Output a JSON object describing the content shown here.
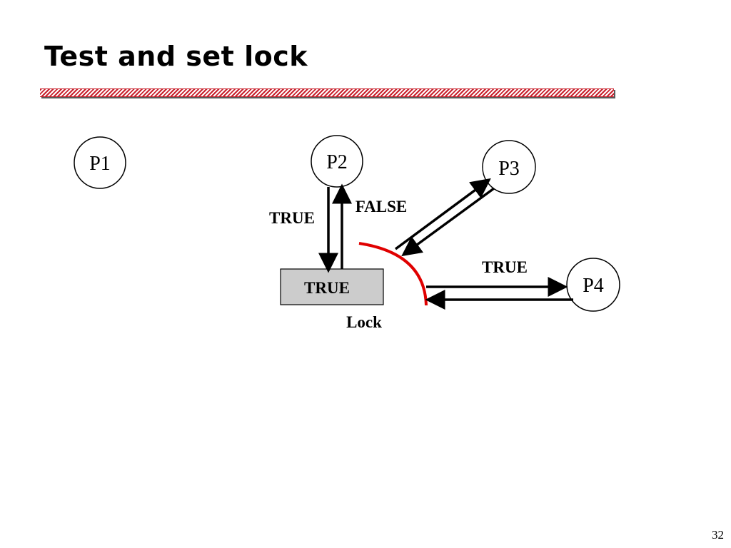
{
  "slide": {
    "title": "Test and set lock",
    "page_number": "32"
  },
  "diagram": {
    "processes": [
      {
        "id": "p1",
        "label": "P1"
      },
      {
        "id": "p2",
        "label": "P2"
      },
      {
        "id": "p3",
        "label": "P3"
      },
      {
        "id": "p4",
        "label": "P4"
      }
    ],
    "lock": {
      "value": "TRUE",
      "caption": "Lock"
    },
    "edge_labels": {
      "p2_request": "TRUE",
      "p2_response": "FALSE",
      "p4_request": "TRUE"
    },
    "colors": {
      "lock_fill": "#cccccc",
      "boundary_arc": "#e00000",
      "title_rule": "#c8202c"
    }
  }
}
